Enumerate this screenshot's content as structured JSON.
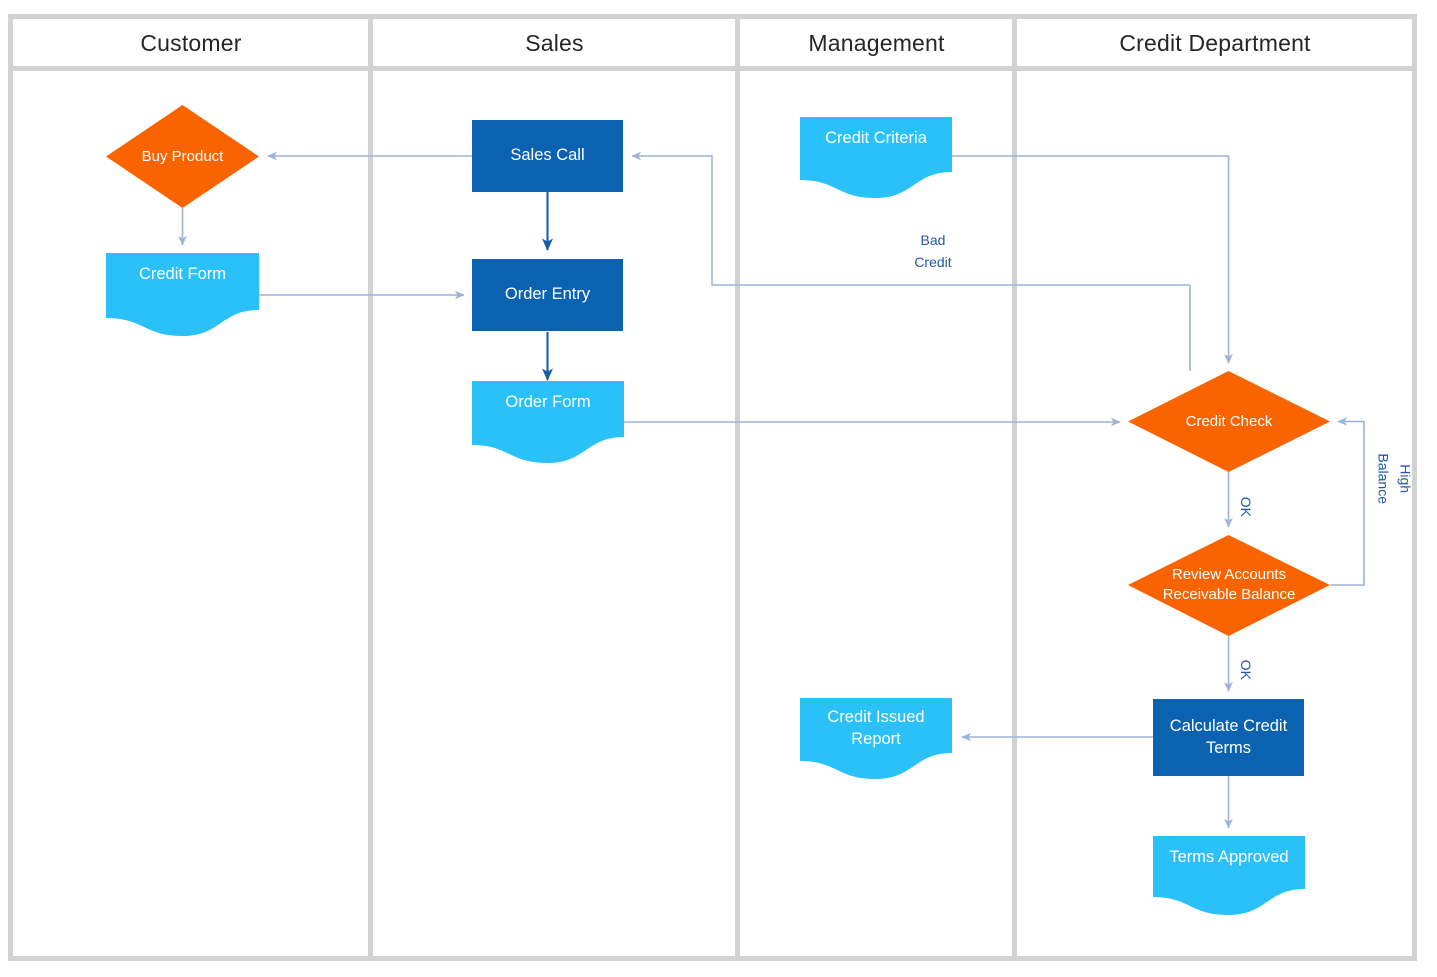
{
  "diagram": {
    "type": "cross-functional-flowchart",
    "orientation": "horizontal-lanes",
    "colors": {
      "orange": "#F96400",
      "dark_blue": "#0A62B0",
      "light_blue": "#29C1F7",
      "connector": "#9DB4D8",
      "connector_dark": "#1B5DA5",
      "lane_border": "#D2D2D2",
      "lane_title_text": "#262626",
      "edge_label_text": "#2358A8",
      "node_text": "#FFFFFF",
      "background": "#FFFFFF"
    },
    "lanes": [
      {
        "id": "customer",
        "label": "Customer"
      },
      {
        "id": "sales",
        "label": "Sales"
      },
      {
        "id": "management",
        "label": "Management"
      },
      {
        "id": "credit",
        "label": "Credit Department"
      }
    ],
    "nodes": [
      {
        "id": "buy-product",
        "label": "Buy Product",
        "shape": "decision",
        "lane": "customer",
        "color": "orange"
      },
      {
        "id": "credit-form",
        "label": "Credit Form",
        "shape": "document",
        "lane": "customer",
        "color": "light_blue"
      },
      {
        "id": "sales-call",
        "label": "Sales Call",
        "shape": "process",
        "lane": "sales",
        "color": "dark_blue"
      },
      {
        "id": "order-entry",
        "label": "Order Entry",
        "shape": "process",
        "lane": "sales",
        "color": "dark_blue"
      },
      {
        "id": "order-form",
        "label": "Order Form",
        "shape": "document",
        "lane": "sales",
        "color": "light_blue"
      },
      {
        "id": "credit-criteria",
        "label": "Credit Criteria",
        "shape": "document",
        "lane": "management",
        "color": "light_blue"
      },
      {
        "id": "credit-issued-report",
        "label": "Credit Issued\nReport",
        "shape": "document",
        "lane": "management",
        "color": "light_blue"
      },
      {
        "id": "credit-check",
        "label": "Credit Check",
        "shape": "decision",
        "lane": "credit",
        "color": "orange"
      },
      {
        "id": "review-ar-balance",
        "label": "Review Accounts\nReceivable Balance",
        "shape": "decision",
        "lane": "credit",
        "color": "orange"
      },
      {
        "id": "calculate-credit-terms",
        "label": "Calculate Credit\nTerms",
        "shape": "process",
        "lane": "credit",
        "color": "dark_blue"
      },
      {
        "id": "terms-approved",
        "label": "Terms Approved",
        "shape": "document",
        "lane": "credit",
        "color": "light_blue"
      }
    ],
    "edges": [
      {
        "id": "e-salescall-buyproduct",
        "from": "sales-call",
        "to": "buy-product",
        "label": ""
      },
      {
        "id": "e-buyproduct-creditform",
        "from": "buy-product",
        "to": "credit-form",
        "label": ""
      },
      {
        "id": "e-creditform-orderentry",
        "from": "credit-form",
        "to": "order-entry",
        "label": ""
      },
      {
        "id": "e-salescall-orderentry",
        "from": "sales-call",
        "to": "order-entry",
        "label": ""
      },
      {
        "id": "e-orderentry-orderform",
        "from": "order-entry",
        "to": "order-form",
        "label": ""
      },
      {
        "id": "e-orderform-creditcheck",
        "from": "order-form",
        "to": "credit-check",
        "label": ""
      },
      {
        "id": "e-criteria-creditcheck",
        "from": "credit-criteria",
        "to": "credit-check",
        "label": ""
      },
      {
        "id": "e-creditcheck-salescall",
        "from": "credit-check",
        "to": "sales-call",
        "label": "Bad\nCredit"
      },
      {
        "id": "e-creditcheck-review",
        "from": "credit-check",
        "to": "review-ar-balance",
        "label": "OK"
      },
      {
        "id": "e-review-creditcheck",
        "from": "review-ar-balance",
        "to": "credit-check",
        "label": "High\nBalance"
      },
      {
        "id": "e-review-calculate",
        "from": "review-ar-balance",
        "to": "calculate-credit-terms",
        "label": "OK"
      },
      {
        "id": "e-calculate-report",
        "from": "calculate-credit-terms",
        "to": "credit-issued-report",
        "label": ""
      },
      {
        "id": "e-calculate-terms",
        "from": "calculate-credit-terms",
        "to": "terms-approved",
        "label": ""
      }
    ],
    "edge_labels": {
      "bad_credit": "Bad\nCredit",
      "ok_1": "OK",
      "ok_2": "OK",
      "high_balance": "High\nBalance"
    }
  }
}
